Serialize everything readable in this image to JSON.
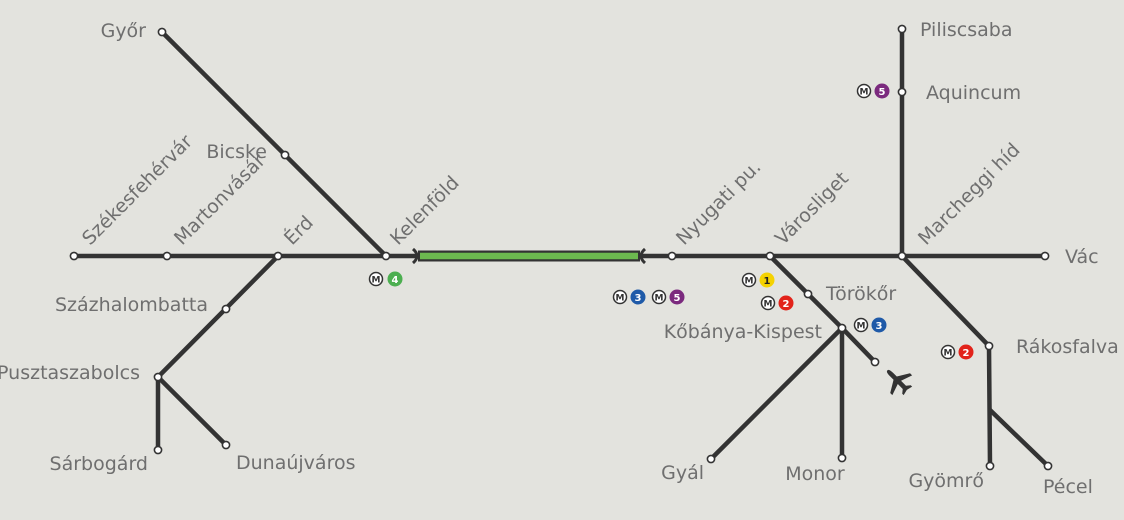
{
  "colors": {
    "background": "#e3e3de",
    "track": "#333333",
    "tunnel": "#6cb94f",
    "label": "#6f6f6f",
    "metro_m1": "#f5d200",
    "metro_m2": "#e2231a",
    "metro_m3": "#1f5aa8",
    "metro_m4": "#4caf50",
    "metro_m5": "#7b2a7e"
  },
  "stations": {
    "gyor": "Győr",
    "bicske": "Bicske",
    "szekesfehervar": "Székesfehérvár",
    "martonvasar": "Martonvásár",
    "erd": "Érd",
    "kelenfold": "Kelenföld",
    "szazhalombatta": "Százhalombatta",
    "pusztaszabolcs": "Pusztaszabolcs",
    "sarbogard": "Sárbogárd",
    "dunaujvaros": "Dunaújváros",
    "nyugati": "Nyugati pu.",
    "varosliget": "Városliget",
    "torokor": "Törökőr",
    "kobanya_kispest": "Kőbánya-Kispest",
    "gyal": "Gyál",
    "monor": "Monor",
    "piliscsaba": "Piliscsaba",
    "aquincum": "Aquincum",
    "marcheggi": "Marcheggi híd",
    "vac": "Vác",
    "rakosfalva": "Rákosfalva",
    "gyomro": "Gyömrő",
    "pecel": "Pécel"
  },
  "metro": {
    "kelenfold": [
      "4"
    ],
    "nyugati": [
      "3",
      "5"
    ],
    "varosliget": [
      "1"
    ],
    "torokor": [
      "2"
    ],
    "kobanya_kispest": [
      "3"
    ],
    "aquincum": [
      "5"
    ],
    "rakosfalva": [
      "2"
    ]
  },
  "icons": {
    "airport": "airplane-icon",
    "metro": "metro-m-icon"
  }
}
